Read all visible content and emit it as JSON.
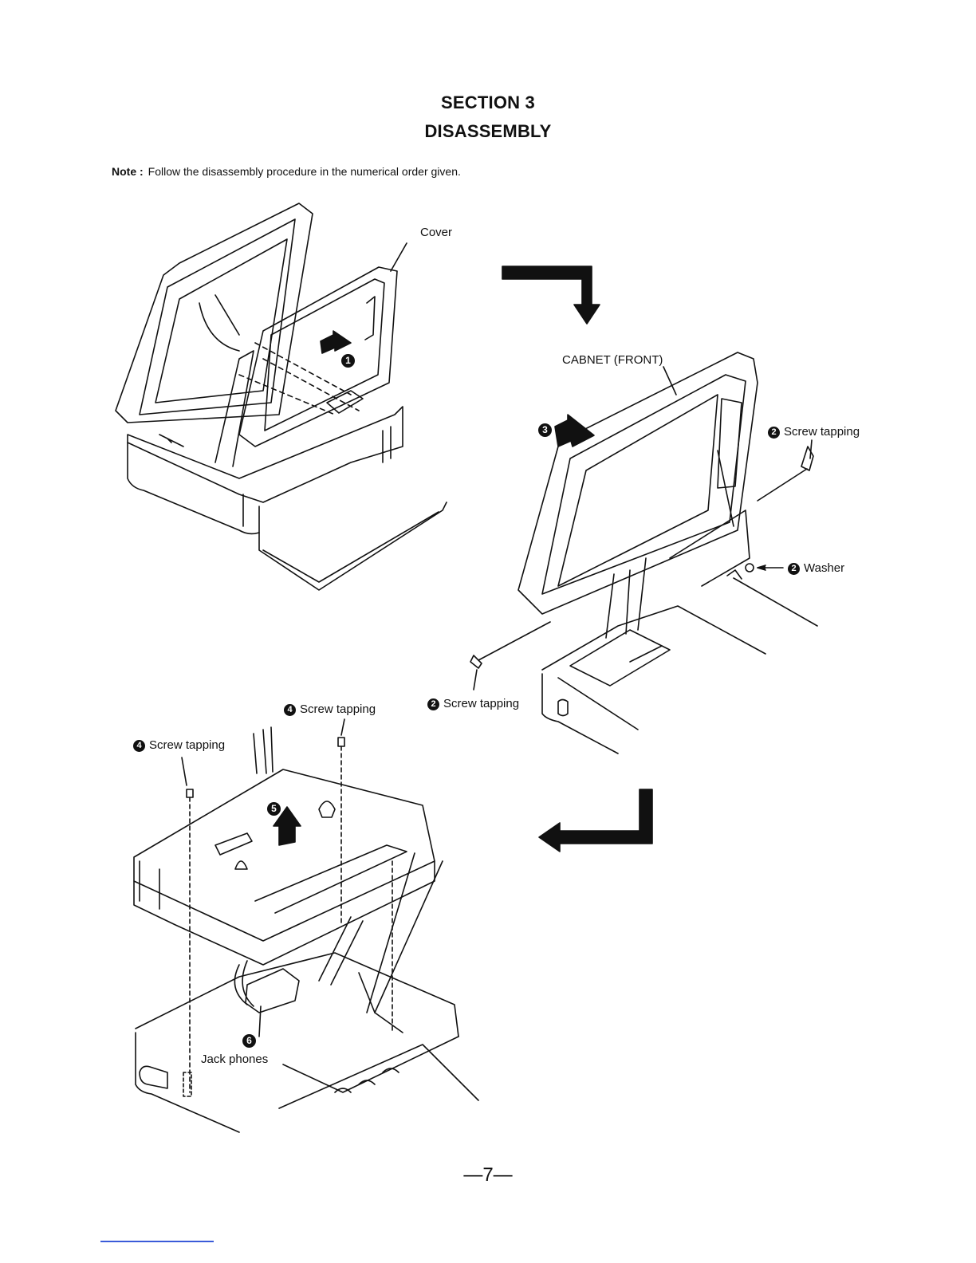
{
  "header": {
    "section": "SECTION 3",
    "title": "DISASSEMBLY"
  },
  "note": {
    "label": "Note :",
    "text": "Follow the disassembly procedure in the numerical order given."
  },
  "callouts": {
    "cover": "Cover",
    "step1_num": "1",
    "cabinet_front": "CABNET (FRONT)",
    "step3_num": "3",
    "screw_tapping_2_top": {
      "num": "2",
      "text": "Screw tapping"
    },
    "washer_2": {
      "num": "2",
      "text": "Washer"
    },
    "screw_tapping_2_bottom": {
      "num": "2",
      "text": "Screw tapping"
    },
    "screw_tapping_4_right": {
      "num": "4",
      "text": "Screw tapping"
    },
    "screw_tapping_4_left": {
      "num": "4",
      "text": "Screw tapping"
    },
    "step5_num": "5",
    "step6_num": "6",
    "jack_phones": "Jack phones"
  },
  "page": {
    "number": "—7—"
  },
  "colors": {
    "ink": "#111111",
    "link_underline": "#3a5bd9"
  }
}
